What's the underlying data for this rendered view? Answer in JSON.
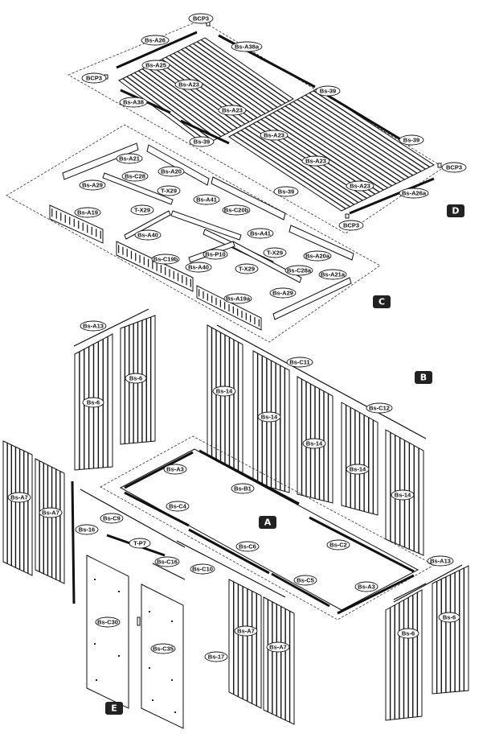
{
  "sections": [
    "D",
    "C",
    "B",
    "A",
    "E"
  ],
  "labels": {
    "roof": [
      "BCP3",
      "Bs-A26",
      "Bs-A38a",
      "Bs-A25",
      "BCP3",
      "Bs-A23",
      "Bs-A38",
      "Bs-39",
      "Bs-A23",
      "Bs-39",
      "Bs-A23",
      "Bs-39",
      "BCP3",
      "Bs-A23",
      "Bs-A23",
      "Bs-39",
      "Bs-A26a",
      "BCP3"
    ],
    "frame": [
      "Bs-A21",
      "Bs-C28",
      "Bs-A20",
      "Bs-A29",
      "T-X29",
      "Bs-A41",
      "Bs-A19",
      "T-X29",
      "Bs-C20b",
      "Bs-A40",
      "Bs-A41",
      "Bs-P10",
      "T-X29",
      "Bs-C19b",
      "Bs-A20a",
      "Bs-A40",
      "T-X29",
      "Bs-C28a",
      "Bs-A21a",
      "Bs-A29",
      "Bs-A19a"
    ],
    "walls": [
      "Bs-A13",
      "Bs-6",
      "Bs-6",
      "Bs-C11",
      "Bs-14",
      "Bs-C12",
      "Bs-14",
      "Bs-14",
      "Bs-14",
      "Bs-14",
      "Bs-A7",
      "Bs-A7",
      "Bs-16",
      "Bs-A13",
      "Bs-6",
      "Bs-6"
    ],
    "floor": [
      "Bs-A3",
      "Bs-B1",
      "Bs-C4",
      "Bs-C9",
      "Bs-C6",
      "Bs-C2",
      "Bs-C5",
      "Bs-A3"
    ],
    "doors": [
      "T-P7",
      "Bs-C16",
      "Bs-C10",
      "Bs-C30",
      "Bs-C35",
      "Bs-17",
      "Bs-A7",
      "Bs-A7"
    ]
  }
}
